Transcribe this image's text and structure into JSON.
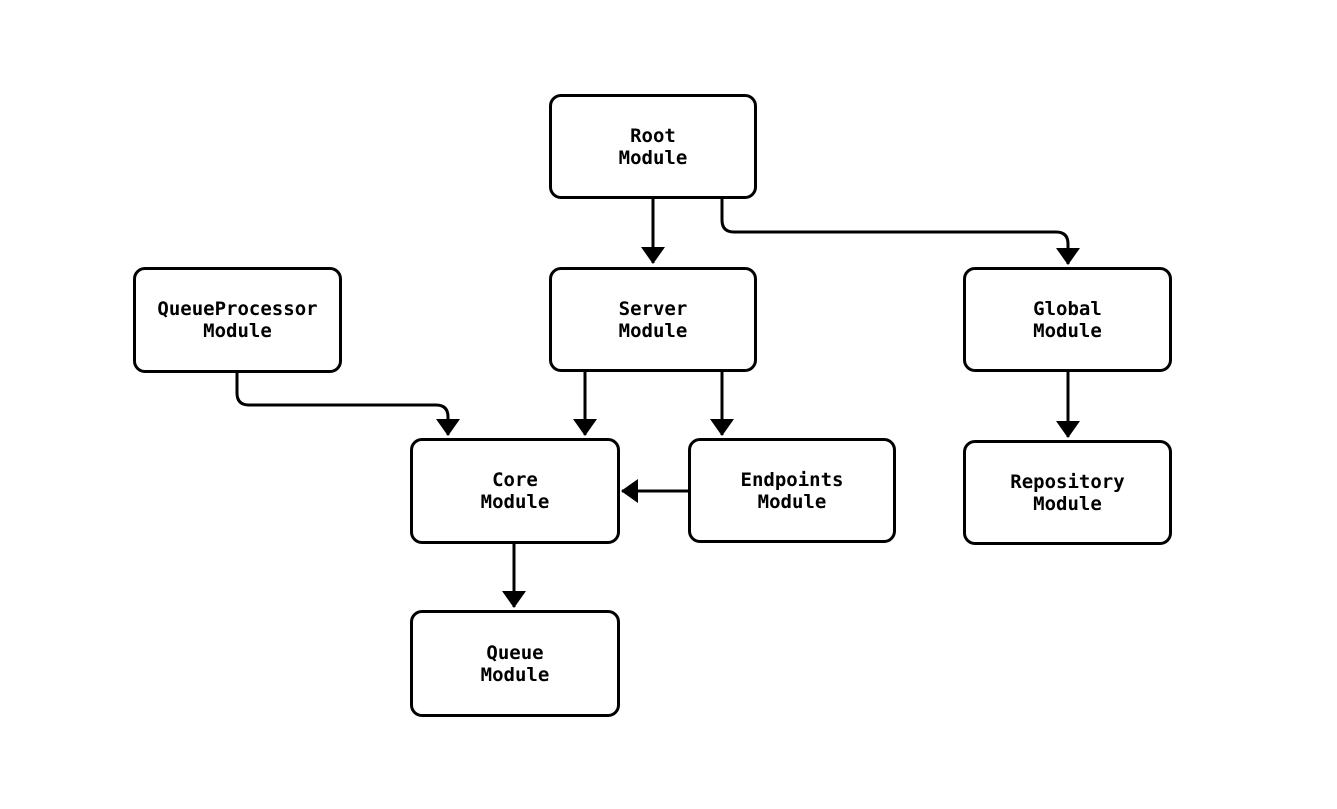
{
  "diagram": {
    "type": "flowchart",
    "direction": "top-down",
    "nodes": [
      {
        "id": "root",
        "label": "Root\nModule"
      },
      {
        "id": "queueprocessor",
        "label": "QueueProcessor\nModule"
      },
      {
        "id": "server",
        "label": "Server\nModule"
      },
      {
        "id": "global",
        "label": "Global\nModule"
      },
      {
        "id": "core",
        "label": "Core\nModule"
      },
      {
        "id": "endpoints",
        "label": "Endpoints\nModule"
      },
      {
        "id": "repository",
        "label": "Repository\nModule"
      },
      {
        "id": "queue",
        "label": "Queue\nModule"
      }
    ],
    "edges": [
      {
        "from": "root",
        "to": "server"
      },
      {
        "from": "root",
        "to": "global"
      },
      {
        "from": "queueprocessor",
        "to": "core"
      },
      {
        "from": "server",
        "to": "core"
      },
      {
        "from": "server",
        "to": "endpoints"
      },
      {
        "from": "global",
        "to": "repository"
      },
      {
        "from": "endpoints",
        "to": "core"
      },
      {
        "from": "core",
        "to": "queue"
      }
    ],
    "colors": {
      "stroke": "#000000",
      "node_fill": "#ffffff",
      "background": "#ffffff",
      "text": "#000000"
    }
  }
}
